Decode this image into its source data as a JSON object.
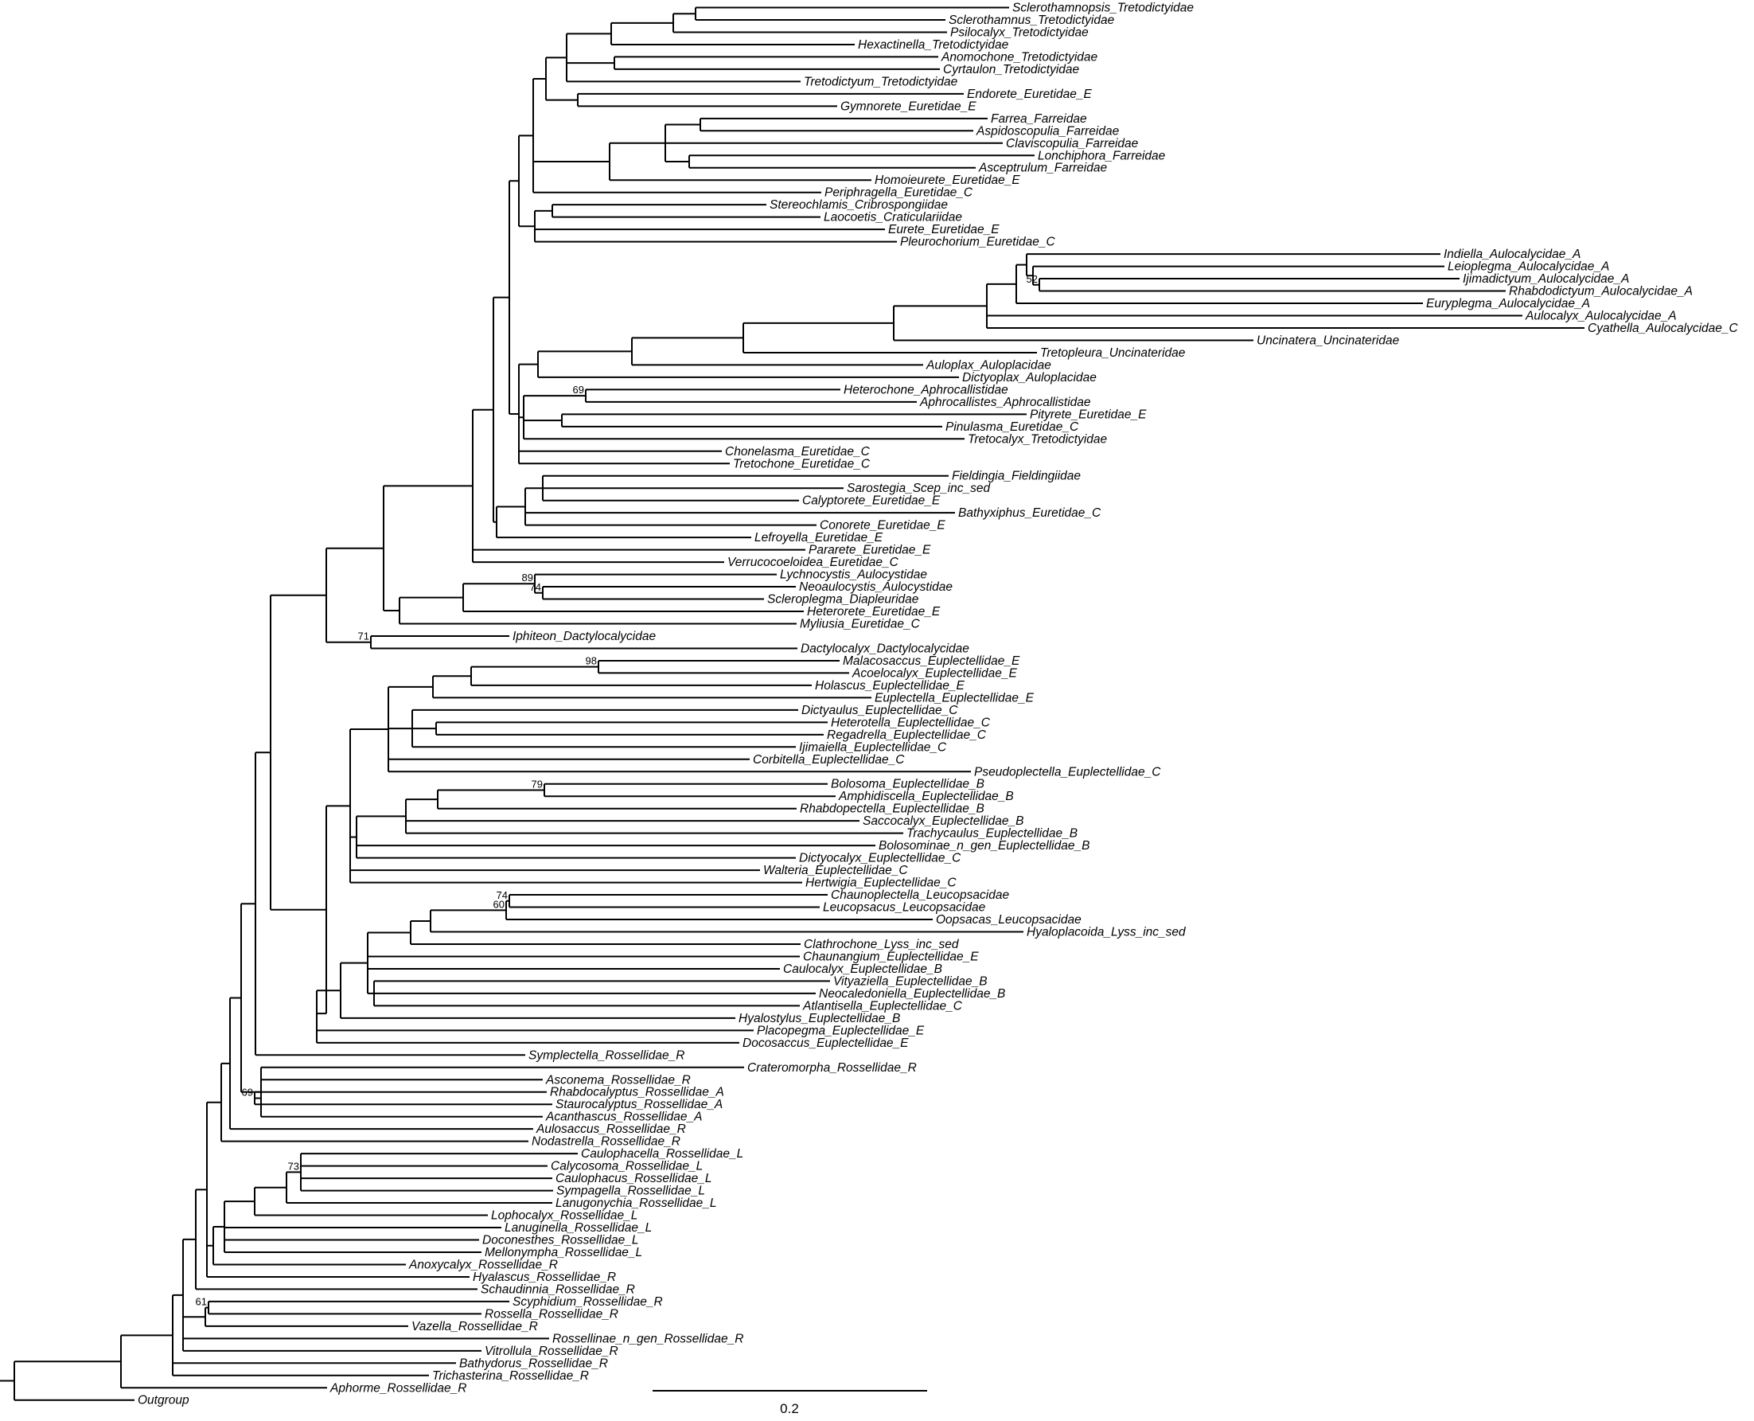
{
  "tree": {
    "tips": [
      "Sclerothamnopsis_Tretodictyidae",
      "Sclerothamnus_Tretodictyidae",
      "Psilocalyx_Tretodictyidae",
      "Hexactinella_Tretodictyidae",
      "Anomochone_Tretodictyidae",
      "Cyrtaulon_Tretodictyidae",
      "Tretodictyum_Tretodictyidae",
      "Endorete_Euretidae_E",
      "Gymnorete_Euretidae_E",
      "Farrea_Farreidae",
      "Aspidoscopulia_Farreidae",
      "Claviscopulia_Farreidae",
      "Lonchiphora_Farreidae",
      "Asceptrulum_Farreidae",
      "Homoieurete_Euretidae_E",
      "Periphragella_Euretidae_C",
      "Stereochlamis_Cribrospongiidae",
      "Laocoetis_Craticulariidae",
      "Eurete_Euretidae_E",
      "Pleurochorium_Euretidae_C",
      "Indiella_Aulocalycidae_A",
      "Leioplegma_Aulocalycidae_A",
      "Ijimadictyum_Aulocalycidae_A",
      "Rhabdodictyum_Aulocalycidae_A",
      "Euryplegma_Aulocalycidae_A",
      "Aulocalyx_Aulocalycidae_A",
      "Cyathella_Aulocalycidae_C",
      "Uncinatera_Uncinateridae",
      "Tretopleura_Uncinateridae",
      "Auloplax_Auloplacidae",
      "Dictyoplax_Auloplacidae",
      "Heterochone_Aphrocallistidae",
      "Aphrocallistes_Aphrocallistidae",
      "Pityrete_Euretidae_E",
      "Pinulasma_Euretidae_C",
      "Tretocalyx_Tretodictyidae",
      "Chonelasma_Euretidae_C",
      "Tretochone_Euretidae_C",
      "Fieldingia_Fieldingiidae",
      "Sarostegia_Scep_inc_sed",
      "Calyptorete_Euretidae_E",
      "Bathyxiphus_Euretidae_C",
      "Conorete_Euretidae_E",
      "Lefroyella_Euretidae_E",
      "Pararete_Euretidae_E",
      "Verrucocoeloidea_Euretidae_C",
      "Lychnocystis_Aulocystidae",
      "Neoaulocystis_Aulocystidae",
      "Scleroplegma_Diapleuridae",
      "Heterorete_Euretidae_E",
      "Myliusia_Euretidae_C",
      "Iphiteon_Dactylocalycidae",
      "Dactylocalyx_Dactylocalycidae",
      "Malacosaccus_Euplectellidae_E",
      "Acoelocalyx_Euplectellidae_E",
      "Holascus_Euplectellidae_E",
      "Euplectella_Euplectellidae_E",
      "Dictyaulus_Euplectellidae_C",
      "Heterotella_Euplectellidae_C",
      "Regadrella_Euplectellidae_C",
      "Ijimaiella_Euplectellidae_C",
      "Corbitella_Euplectellidae_C",
      "Pseudoplectella_Euplectellidae_C",
      "Bolosoma_Euplectellidae_B",
      "Amphidiscella_Euplectellidae_B",
      "Rhabdopectella_Euplectellidae_B",
      "Saccocalyx_Euplectellidae_B",
      "Trachycaulus_Euplectellidae_B",
      "Bolosominae_n_gen_Euplectellidae_B",
      "Dictyocalyx_Euplectellidae_C",
      "Walteria_Euplectellidae_C",
      "Hertwigia_Euplectellidae_C",
      "Chaunoplectella_Leucopsacidae",
      "Leucopsacus_Leucopsacidae",
      "Oopsacas_Leucopsacidae",
      "Hyaloplacoida_Lyss_inc_sed",
      "Clathrochone_Lyss_inc_sed",
      "Chaunangium_Euplectellidae_E",
      "Caulocalyx_Euplectellidae_B",
      "Vityaziella_Euplectellidae_B",
      "Neocaledoniella_Euplectellidae_B",
      "Atlantisella_Euplectellidae_C",
      "Hyalostylus_Euplectellidae_B",
      "Placopegma_Euplectellidae_E",
      "Docosaccus_Euplectellidae_E",
      "Symplectella_Rossellidae_R",
      "Crateromorpha_Rossellidae_R",
      "Asconema_Rossellidae_R",
      "Rhabdocalyptus_Rossellidae_A",
      "Staurocalyptus_Rossellidae_A",
      "Acanthascus_Rossellidae_A",
      "Aulosaccus_Rossellidae_R",
      "Nodastrella_Rossellidae_R",
      "Caulophacella_Rossellidae_L",
      "Calycosoma_Rossellidae_L",
      "Caulophacus_Rossellidae_L",
      "Sympagella_Rossellidae_L",
      "Lanugonychia_Rossellidae_L",
      "Lophocalyx_Rossellidae_L",
      "Lanuginella_Rossellidae_L",
      "Doconesthes_Rossellidae_L",
      "Mellonympha_Rossellidae_L",
      "Anoxycalyx_Rossellidae_R",
      "Hyalascus_Rossellidae_R",
      "Schaudinnia_Rossellidae_R",
      "Scyphidium_Rossellidae_R",
      "Rossella_Rossellidae_R",
      "Vazella_Rossellidae_R",
      "Rossellinae_n_gen_Rossellidae_R",
      "Vitrollula_Rossellidae_R",
      "Bathydorus_Rossellidae_R",
      "Trichasterina_Rossellidae_R",
      "Aphorme_Rossellidae_R",
      "Outgroup"
    ],
    "bootstrap": [
      "69",
      "89",
      "74",
      "71",
      "98",
      "79",
      "74",
      "60",
      "69",
      "73",
      "61",
      "52"
    ]
  },
  "scale": {
    "label": "0.2"
  }
}
